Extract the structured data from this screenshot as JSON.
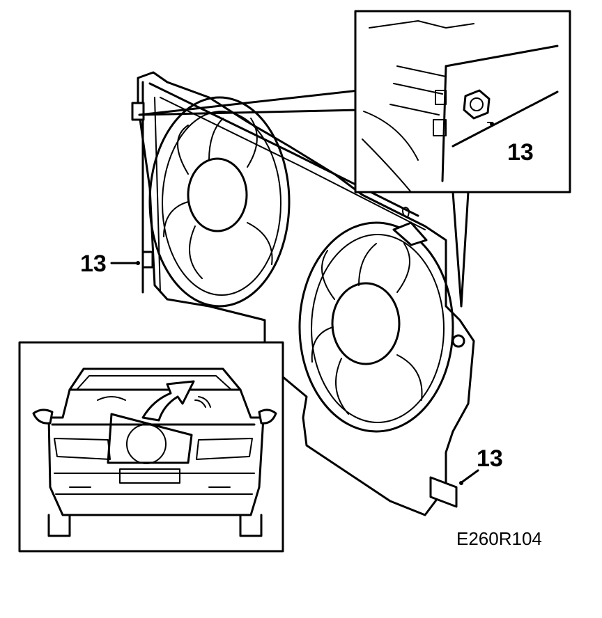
{
  "callouts": {
    "detail_label": "13",
    "left_label": "13",
    "bottom_right_label": "13"
  },
  "figure_code": "E260R104"
}
